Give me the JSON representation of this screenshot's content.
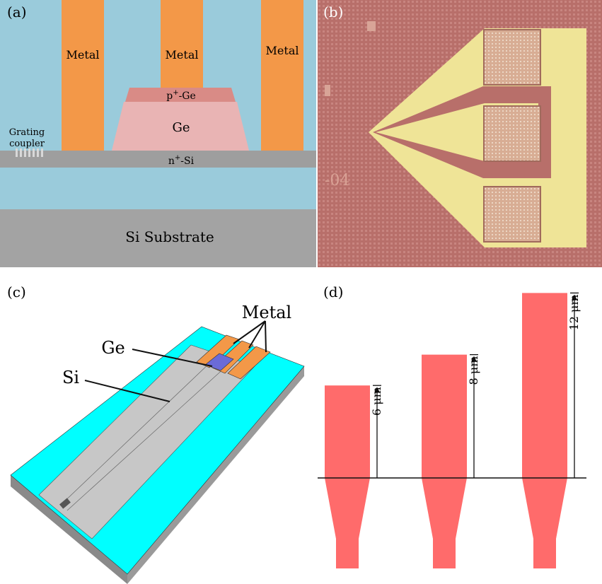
{
  "panel_a": {
    "label": "(a)",
    "metal_labels": [
      "Metal",
      "Metal",
      "Metal"
    ],
    "pge_label_base": "p",
    "pge_label_sup": "+",
    "pge_label_rest": "-Ge",
    "ge_label": "Ge",
    "nsi_label_base": "n",
    "nsi_label_sup": "+",
    "nsi_label_rest": "-Si",
    "grating_label_line1": "Grating",
    "grating_label_line2": "coupler",
    "substrate_label": "Si Substrate",
    "colors": {
      "oxide": "#9acbdb",
      "metal": "#f39848",
      "pge": "#d98b86",
      "ge": "#e9b4b4",
      "silicon": "#9e9e9e",
      "substrate": "#a3a3a3"
    }
  },
  "panel_b": {
    "label": "(b)",
    "chip_mark": "-04",
    "colors": {
      "background": "#b86f6a",
      "metal": "#efe497",
      "pad": "#d8ad94"
    }
  },
  "panel_c": {
    "label": "(c)",
    "metal_label": "Metal",
    "ge_label": "Ge",
    "si_label": "Si",
    "colors": {
      "cladding": "#00ffff",
      "silicon": "#c7c7c7",
      "metal": "#f39848",
      "ge": "#6b6bd8"
    }
  },
  "panel_d": {
    "label": "(d)",
    "tapers": [
      {
        "length_label": "6 μm",
        "length_um": 6
      },
      {
        "length_label": "8 μm",
        "length_um": 8
      },
      {
        "length_label": "12 μm",
        "length_um": 12
      }
    ],
    "colors": {
      "taper": "#ff6b6b"
    }
  }
}
